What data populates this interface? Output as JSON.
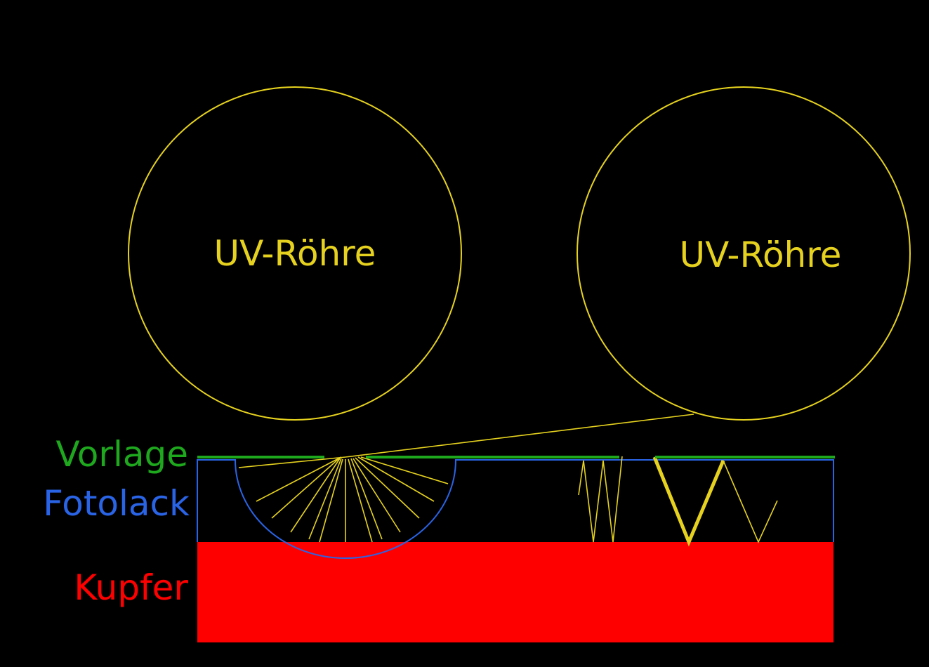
{
  "labels": {
    "tube_left": "UV-Röhre",
    "tube_right": "UV-Röhre",
    "vorlage": "Vorlage",
    "fotolack": "Fotolack",
    "kupfer": "Kupfer"
  },
  "colors": {
    "background": "#000000",
    "uv_light": "#e6d21e",
    "vorlage": "#1ea81e",
    "fotolack": "#2a64e6",
    "kupfer": "#ff0000"
  }
}
